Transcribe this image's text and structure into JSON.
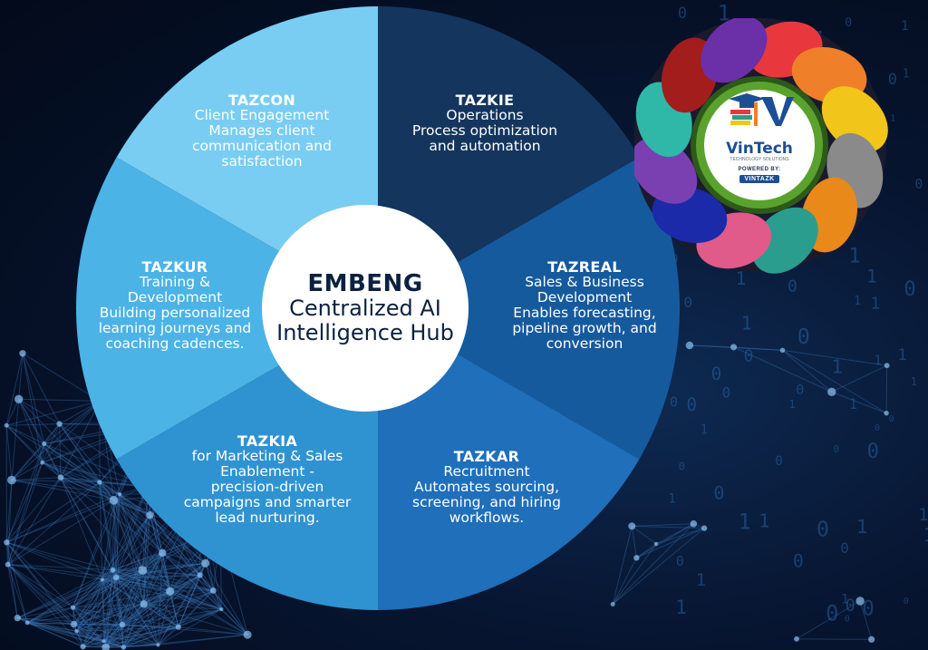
{
  "center": {
    "title": "EMBENG",
    "subtitle": "Centralized AI Intelligence Hub"
  },
  "segments": [
    {
      "title": "TAZKIE",
      "desc": "Operations\nProcess optimization\nand automation",
      "color": "#13355e"
    },
    {
      "title": "TAZREAL",
      "desc": "Sales & Business\nDevelopment\nEnables forecasting,\npipeline growth, and\nconversion",
      "color": "#165a9e"
    },
    {
      "title": "TAZKAR",
      "desc": "Recruitment\nAutomates sourcing,\nscreening, and hiring\nworkflows.",
      "color": "#1f6fbb"
    },
    {
      "title": "TAZKIA",
      "desc": "for Marketing & Sales\nEnablement -\nprecision-driven\ncampaigns and smarter\nlead nurturing.",
      "color": "#2f93d1"
    },
    {
      "title": "TAZKUR",
      "desc": "Training &\nDevelopment\nBuilding personalized\nlearning journeys and\ncoaching cadences.",
      "color": "#4bb3e6"
    },
    {
      "title": "TAZCON",
      "desc": "Client Engagement\nManages client\ncommunication and\nsatisfaction",
      "color": "#79cdf2"
    }
  ],
  "badge": {
    "name": "VinTech",
    "tagline": "TECHNOLOGY SOLUTIONS",
    "powered_by": "POWERED BY:",
    "powered_name": "VINTAZK",
    "ring_colors": [
      "#e8383d",
      "#f07f2a",
      "#f2c51a",
      "#8a8a8a",
      "#e8891a",
      "#2a9d8f",
      "#e05a8a",
      "#1b2aa8",
      "#7a3fb0",
      "#2fb8a8",
      "#a31d1d",
      "#6b2fa8"
    ]
  }
}
